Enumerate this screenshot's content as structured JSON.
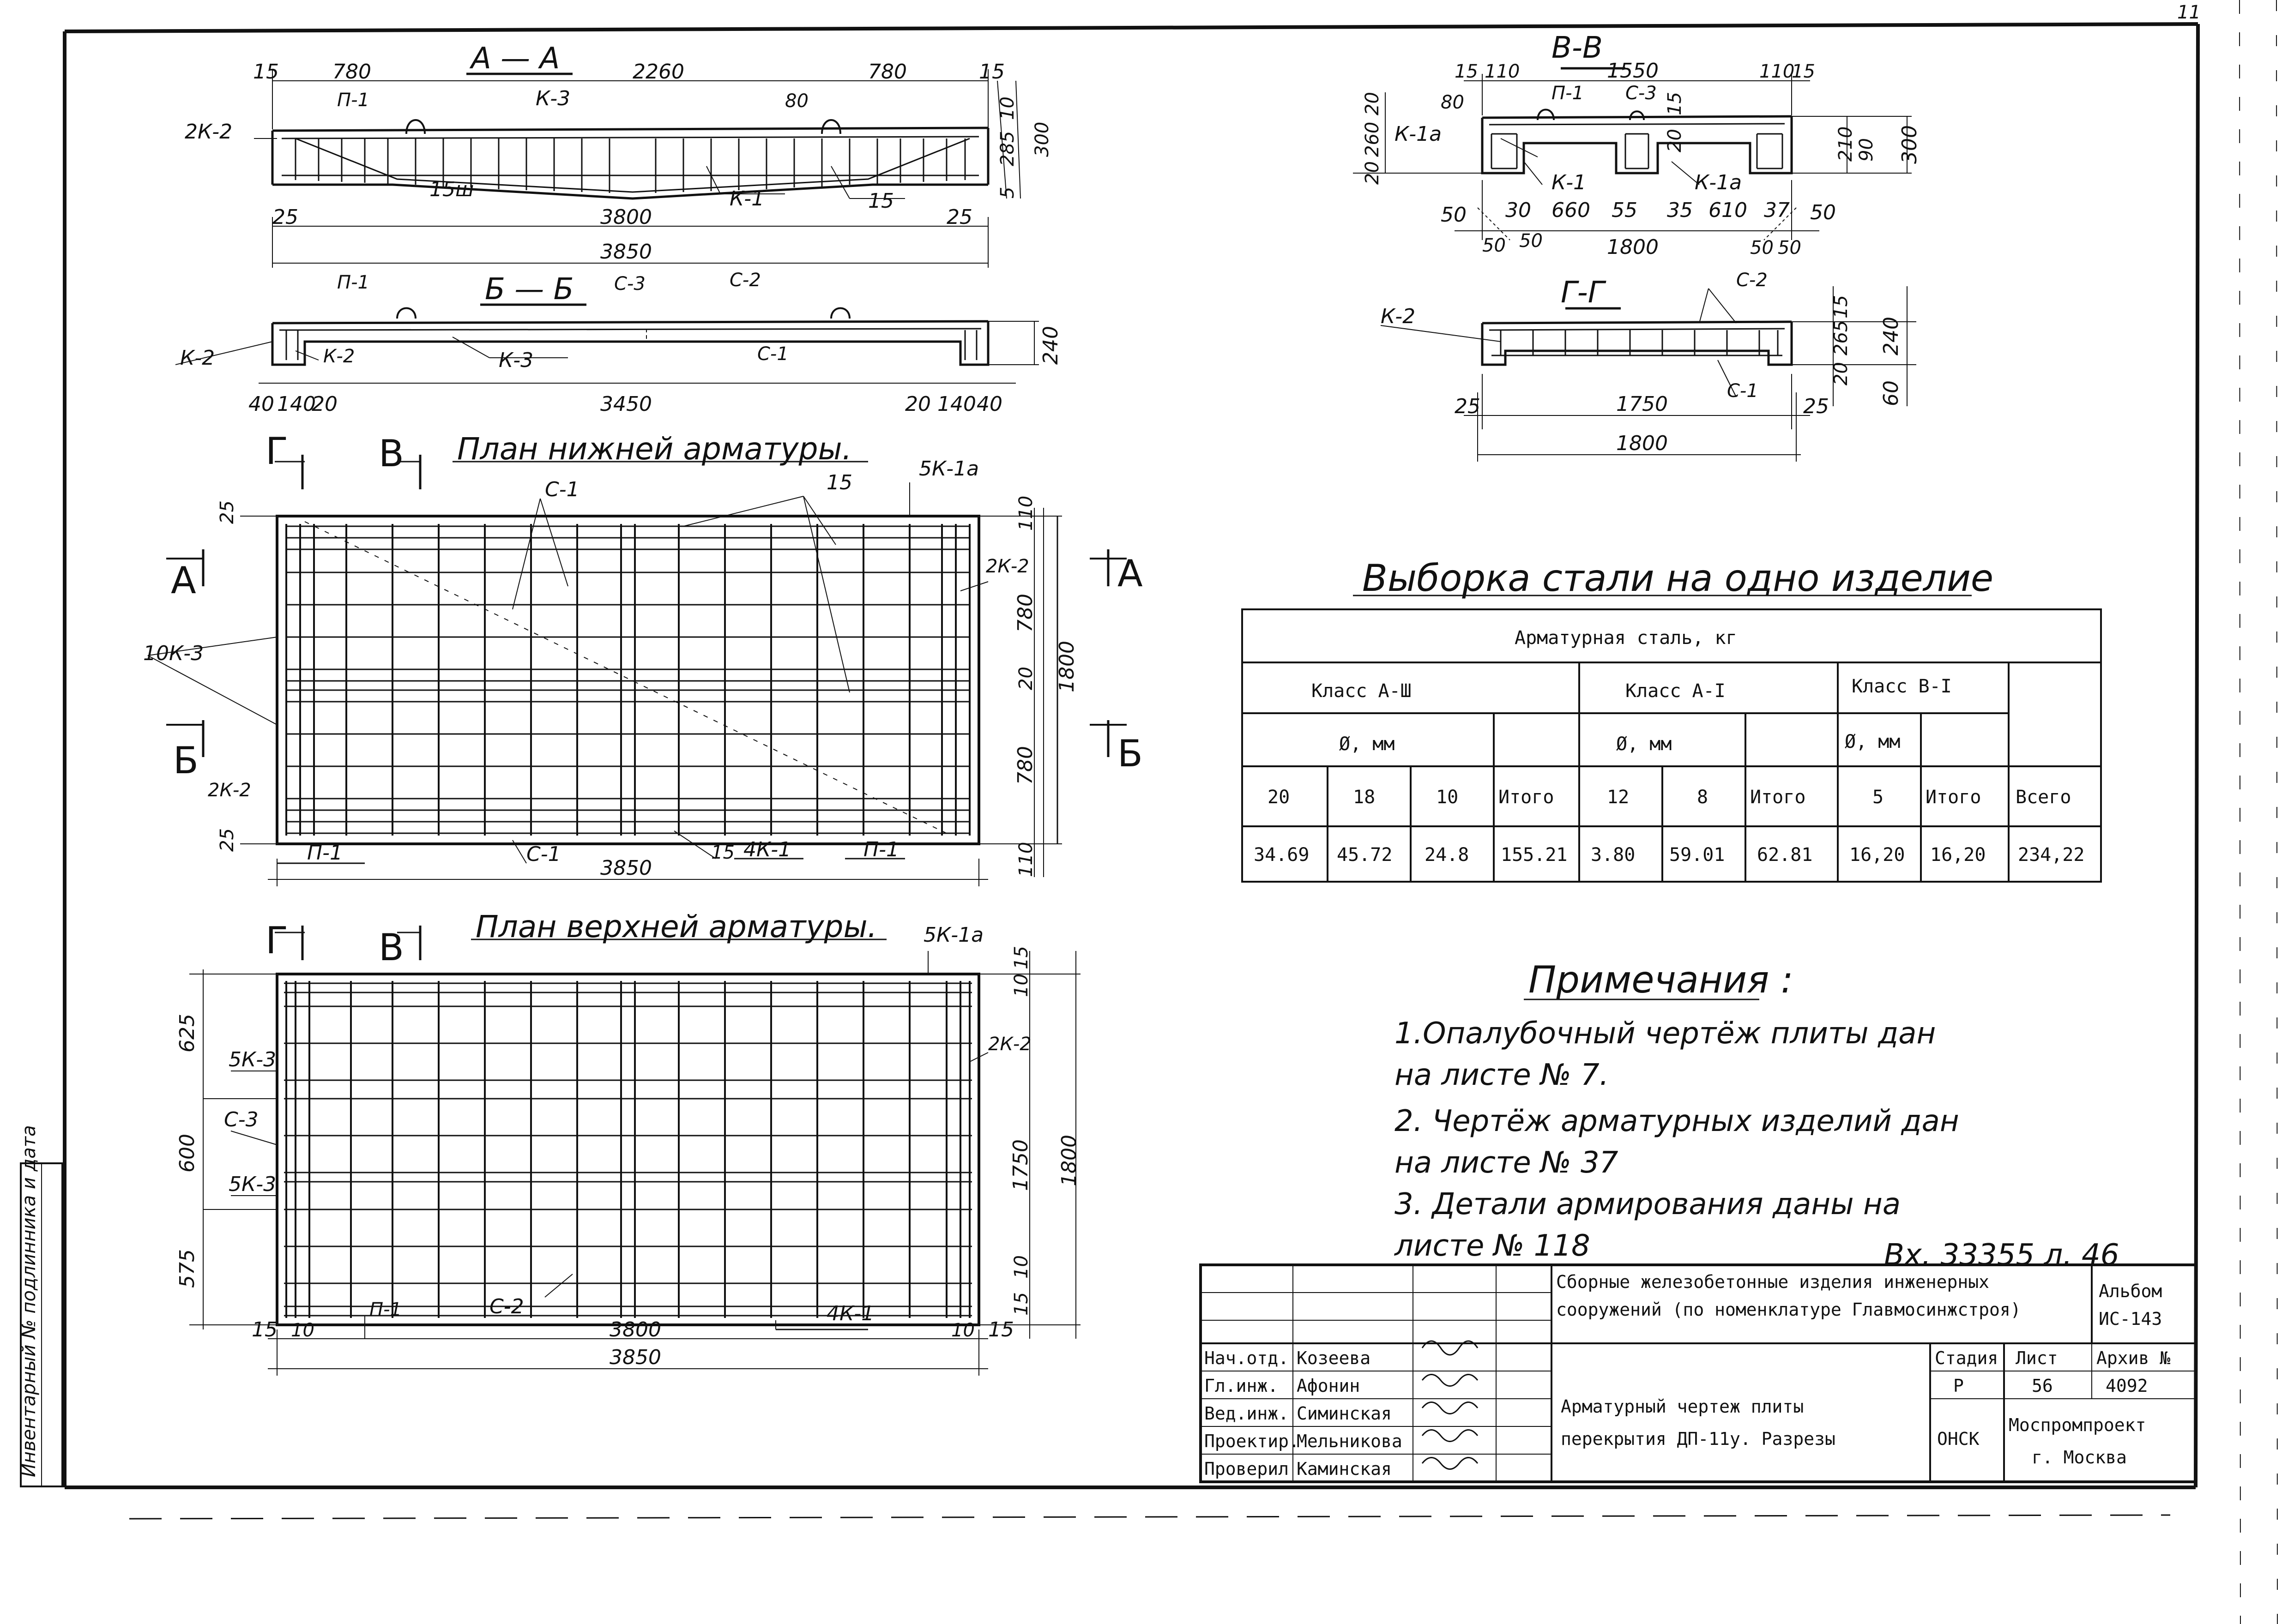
{
  "colors": {
    "paper": "#ffffff",
    "ink": "#111111",
    "rebar": "#333333"
  },
  "page_number": "11",
  "sections": {
    "aa": {
      "title": "А — А",
      "dims_top": [
        "15",
        "780",
        "2260",
        "780",
        "15"
      ],
      "dims_bottom": [
        "25",
        "3800",
        "25"
      ],
      "overall": "3850",
      "height_dims": [
        "10",
        "285",
        "5",
        "300"
      ],
      "labels": {
        "k2": "2К-2",
        "p1": "П-1",
        "k3": "К-3",
        "k1": "К-1",
        "n15": "15",
        "n15w": "15ш",
        "n80": "80"
      }
    },
    "bb": {
      "title": "Б — Б",
      "dims_bottom": [
        "40",
        "140",
        "20",
        "3450",
        "20",
        "140",
        "40"
      ],
      "height": "240",
      "labels": {
        "p1": "П-1",
        "c3": "С-3",
        "c2": "С-2",
        "k2a": "К-2",
        "k2b": "К-2",
        "k3": "К-3",
        "c1": "С-1"
      }
    },
    "vv": {
      "title": "В-В",
      "dims_top": [
        "15",
        "110",
        "1550",
        "110",
        "15"
      ],
      "left_dims": [
        "20",
        "260",
        "20"
      ],
      "right_dims": [
        "210",
        "90",
        "300"
      ],
      "bottom_dims": [
        "50",
        "30",
        "660",
        "55",
        "35",
        "610",
        "37",
        "50"
      ],
      "bottom_dims2": [
        "50",
        "50",
        "1800",
        "50",
        "50"
      ],
      "labels": {
        "p1": "П-1",
        "c3": "С-3",
        "k1a_left": "К-1а",
        "k1": "К-1",
        "k1a_right": "К-1а",
        "n80": "80",
        "n15": "15",
        "n20": "20"
      }
    },
    "gg": {
      "title": "Г-Г",
      "dims": [
        "25",
        "1750",
        "25"
      ],
      "overall": "1800",
      "height_dims": [
        "15",
        "265",
        "240",
        "20",
        "60"
      ],
      "labels": {
        "k2": "К-2",
        "c2": "С-2",
        "c1": "С-1"
      }
    }
  },
  "plan_bottom": {
    "title": "План нижней арматуры.",
    "cut_marks": {
      "g": "Г",
      "v": "В",
      "a_left": "А",
      "a_right": "А",
      "b_left": "Б",
      "b_right": "Б"
    },
    "labels": {
      "c1_top": "С-1",
      "n15": "15",
      "k1a": "5К-1а",
      "k2_right": "2К-2",
      "k3": "10К-3",
      "k2_left": "2К-2",
      "p1_left": "П-1",
      "c1_bottom": "С-1",
      "n15b": "15",
      "k1": "4К-1",
      "p1_right": "П-1"
    },
    "dims_right": [
      "110",
      "780",
      "20",
      "780",
      "110"
    ],
    "overall_height": "1800",
    "dims_left": [
      "25",
      "25"
    ],
    "length": "3850"
  },
  "plan_top": {
    "title": "План верхней арматуры.",
    "cut_marks": {
      "g": "Г",
      "v": "В"
    },
    "labels": {
      "k1a": "5К-1а",
      "k3_top": "5К-3",
      "c3": "С-3",
      "k3_bottom": "5К-3",
      "k2_right": "2К-2",
      "p1": "П-1",
      "c2": "С-2",
      "k1": "4К-1"
    },
    "dims_left": [
      "625",
      "600",
      "575"
    ],
    "dims_right": [
      "15",
      "10",
      "1750",
      "10",
      "15"
    ],
    "overall_height": "1800",
    "dims_bottom": [
      "15",
      "10",
      "3800",
      "10",
      "15"
    ],
    "length": "3850"
  },
  "steel_table": {
    "title": "Выборка  стали  на  одно  изделие",
    "header": "Арматурная  сталь, кг",
    "classes": [
      "Класс А-Ш",
      "Класс А-I",
      "Класс В-I"
    ],
    "dia_label": "Ø, мм",
    "itogo": "Итого",
    "total": "Всего",
    "diameters": [
      "20",
      "18",
      "10",
      "Итого",
      "12",
      "8",
      "Итого",
      "5",
      "Итого",
      "Всего"
    ],
    "values": [
      "34.69",
      "45.72",
      "24.8",
      "155.21",
      "3.80",
      "59.01",
      "62.81",
      "16,20",
      "16,20",
      "234,22"
    ]
  },
  "notes": {
    "title": "Примечания :",
    "items": [
      "1.Опалубочный  чертёж  плиты  дан",
      "на  листе  № 7.",
      "2. Чертёж  арматурных  изделий  дан",
      "на  листе  № 37",
      "3. Детали  армирования  даны на",
      "листе  № 118"
    ]
  },
  "inventory": "Вх. 33355 л. 46",
  "title_block": {
    "project": [
      "Сборные железобетонные изделия инженерных",
      "сооружений (по номенклатуре Главмосинжстроя)"
    ],
    "album": [
      "Альбом",
      "ИС-143"
    ],
    "staff": [
      {
        "role": "Нач.отд.",
        "name": "Козеева"
      },
      {
        "role": "Гл.инж.",
        "name": "Афонин"
      },
      {
        "role": "Вед.инж.",
        "name": "Симинская"
      },
      {
        "role": "Проектир.",
        "name": "Мельникова"
      },
      {
        "role": "Проверил",
        "name": "Каминская"
      }
    ],
    "drawing_title": [
      "Арматурный чертеж плиты",
      "перекрытия ДП-11у. Разрезы"
    ],
    "stage_label": "Стадия",
    "stage": "Р",
    "sheet_label": "Лист",
    "sheet": "56",
    "archive_label": "Архив №",
    "archive": "4092",
    "dept": "ОНСК",
    "org": [
      "Моспромпроект",
      "г. Москва"
    ]
  },
  "side_stamp": "Инвентарный  №  подлинника  и  дата"
}
